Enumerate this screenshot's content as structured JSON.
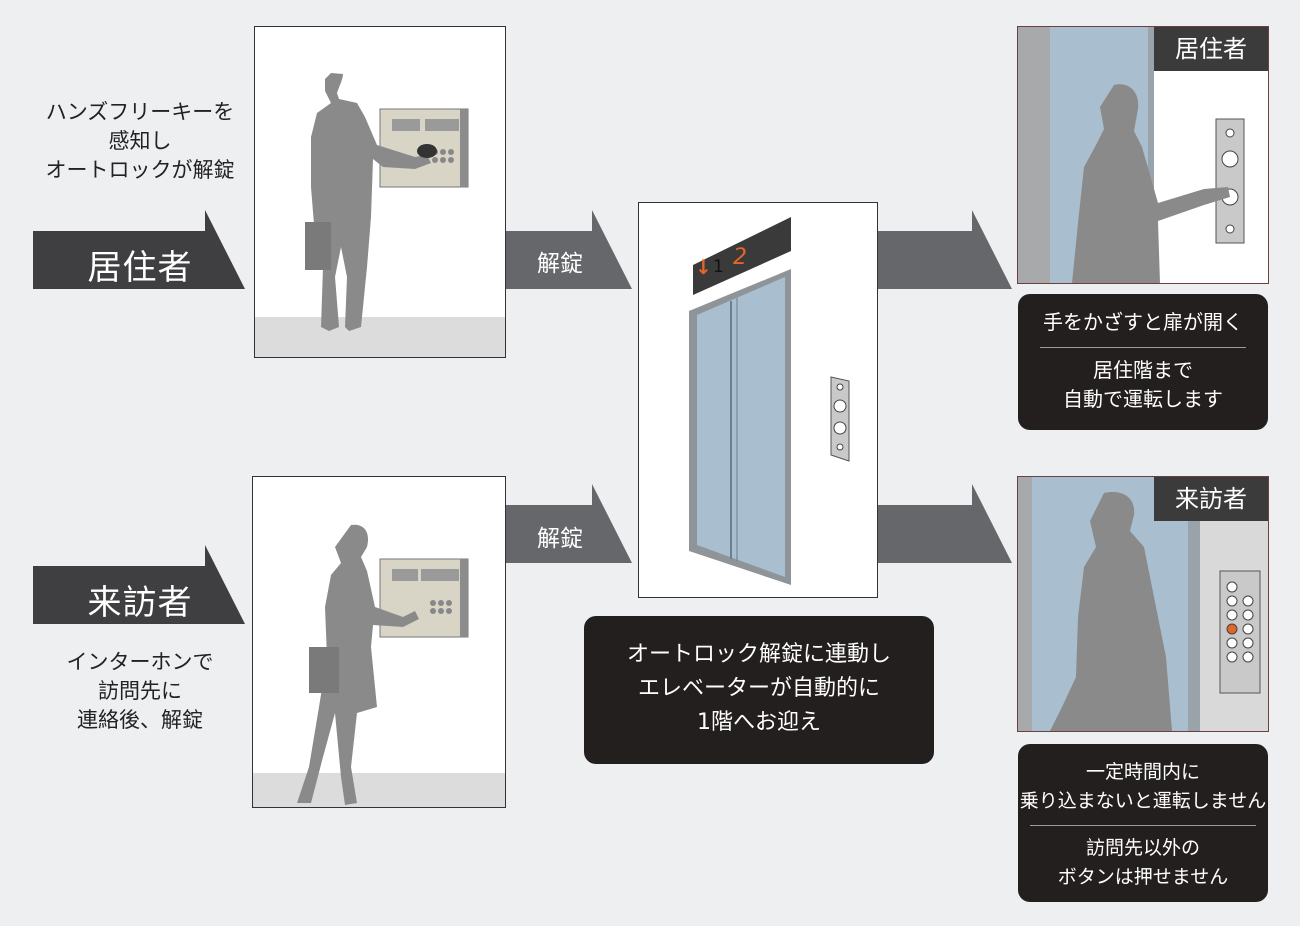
{
  "resident": {
    "caption_lines": [
      "ハンズフリーキーを",
      "感知し",
      "オートロックが解錠"
    ],
    "role_label": "居住者",
    "unlock_label": "解錠"
  },
  "visitor": {
    "caption_lines": [
      "インターホンで",
      "訪問先に",
      "連絡後、解錠"
    ],
    "role_label": "来訪者",
    "unlock_label": "解錠"
  },
  "elevator": {
    "indicator_arrow": "↓",
    "indicator_floor_1": "1",
    "indicator_floor_2": "2",
    "info_lines": [
      "オートロック解錠に連動し",
      "エレベーターが自動的に",
      "1階へお迎え"
    ]
  },
  "resident_result": {
    "tag": "居住者",
    "info_top": "手をかざすと扉が開く",
    "info_bottom_lines": [
      "居住階まで",
      "自動で運転します"
    ]
  },
  "visitor_result": {
    "tag": "来訪者",
    "info_top_lines": [
      "一定時間内に",
      "乗り込まないと運転しません"
    ],
    "info_bottom_lines": [
      "訪問先以外の",
      "ボタンは押せません"
    ]
  },
  "colors": {
    "background": "#eeeff1",
    "arrow_dark": "#3f3f41",
    "arrow_gray": "#66676a",
    "silhouette": "#8a8a8a",
    "info_box": "#231f1e",
    "accent_orange": "#e0662a",
    "glass_blue": "#a9bfcf"
  }
}
